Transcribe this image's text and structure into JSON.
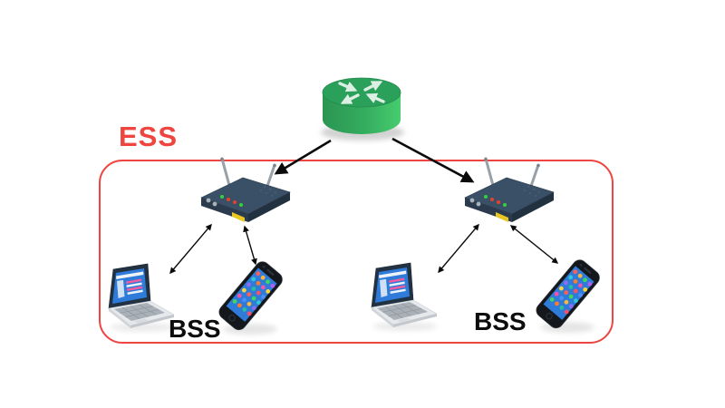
{
  "diagram": {
    "title_visible": false,
    "labels": {
      "ess": "ESS",
      "bss_left": "BSS",
      "bss_right": "BSS"
    },
    "nodes": [
      {
        "id": "core-router",
        "kind": "router",
        "icon": "router-icon"
      },
      {
        "id": "access-point-left",
        "kind": "wireless-access-point",
        "icon": "access-point-icon"
      },
      {
        "id": "access-point-right",
        "kind": "wireless-access-point",
        "icon": "access-point-icon"
      },
      {
        "id": "laptop-left",
        "kind": "laptop",
        "icon": "laptop-icon"
      },
      {
        "id": "smartphone-left",
        "kind": "smartphone",
        "icon": "smartphone-icon"
      },
      {
        "id": "laptop-right",
        "kind": "laptop",
        "icon": "laptop-icon"
      },
      {
        "id": "smartphone-right",
        "kind": "smartphone",
        "icon": "smartphone-icon"
      }
    ],
    "connections": [
      {
        "from": "core-router",
        "to": "access-point-left",
        "arrow": "single"
      },
      {
        "from": "core-router",
        "to": "access-point-right",
        "arrow": "single"
      },
      {
        "from": "access-point-left",
        "to": "laptop-left",
        "arrow": "double"
      },
      {
        "from": "access-point-left",
        "to": "smartphone-left",
        "arrow": "double"
      },
      {
        "from": "access-point-right",
        "to": "laptop-right",
        "arrow": "double"
      },
      {
        "from": "access-point-right",
        "to": "smartphone-right",
        "arrow": "double"
      }
    ],
    "groups": [
      {
        "label": "ESS",
        "contains": [
          "access-point-left",
          "access-point-right",
          "laptop-left",
          "smartphone-left",
          "laptop-right",
          "smartphone-right"
        ]
      },
      {
        "label": "BSS",
        "contains": [
          "access-point-left",
          "laptop-left",
          "smartphone-left"
        ]
      },
      {
        "label": "BSS",
        "contains": [
          "access-point-right",
          "laptop-right",
          "smartphone-right"
        ]
      }
    ],
    "colors": {
      "boundary_red": "#ee4540",
      "label_black": "#0d0d0d",
      "router_green_dark": "#2b9552",
      "router_green_light": "#47cc6f",
      "access_point_navy": "#3a5067",
      "device_screen_blue": "#2e7bd9",
      "arrow_black": "#0b0b0b",
      "led_green": "#35d13c",
      "led_red": "#e8402f",
      "tag_yellow": "#e9c722",
      "background": "#ffffff"
    }
  }
}
